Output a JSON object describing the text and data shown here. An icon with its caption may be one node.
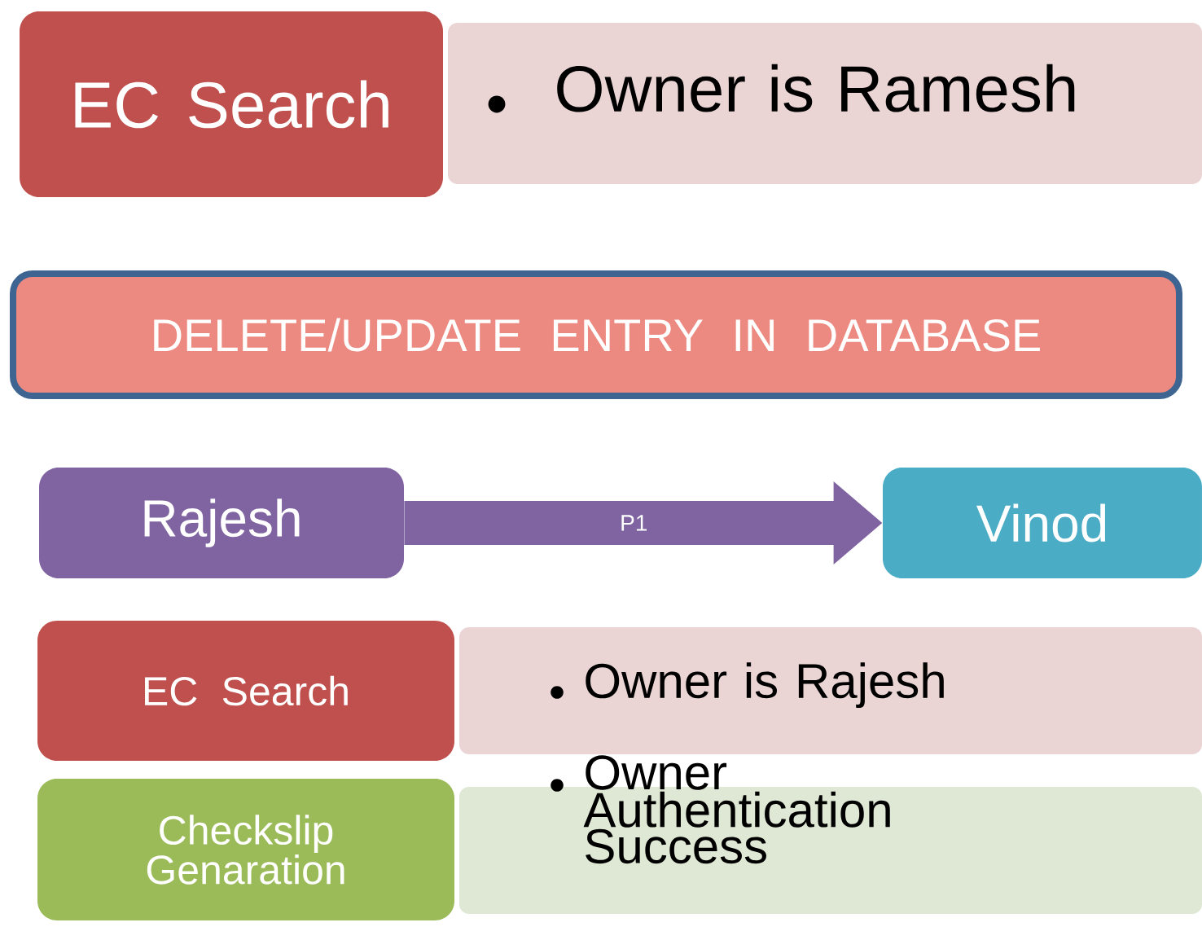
{
  "diagram": {
    "nodes": [
      {
        "text": [
          "EC Search"
        ]
      },
      {
        "text": [
          "Owner is Ramesh"
        ]
      },
      {
        "text": [
          "DELETE/UPDATE ENTRY IN DATABASE"
        ]
      },
      {
        "text": [
          "Rajesh"
        ]
      },
      {
        "text": [
          "Vinod"
        ]
      },
      {
        "text": [
          "EC Search"
        ]
      },
      {
        "text": [
          "Owner is Rajesh"
        ]
      },
      {
        "text": [
          "Checkslip Genaration"
        ]
      },
      {
        "text": [
          "Owner Authentication Success"
        ]
      }
    ],
    "edges": [
      {
        "from": 3,
        "to": 4,
        "arrow": "to",
        "label": "P1"
      }
    ]
  }
}
